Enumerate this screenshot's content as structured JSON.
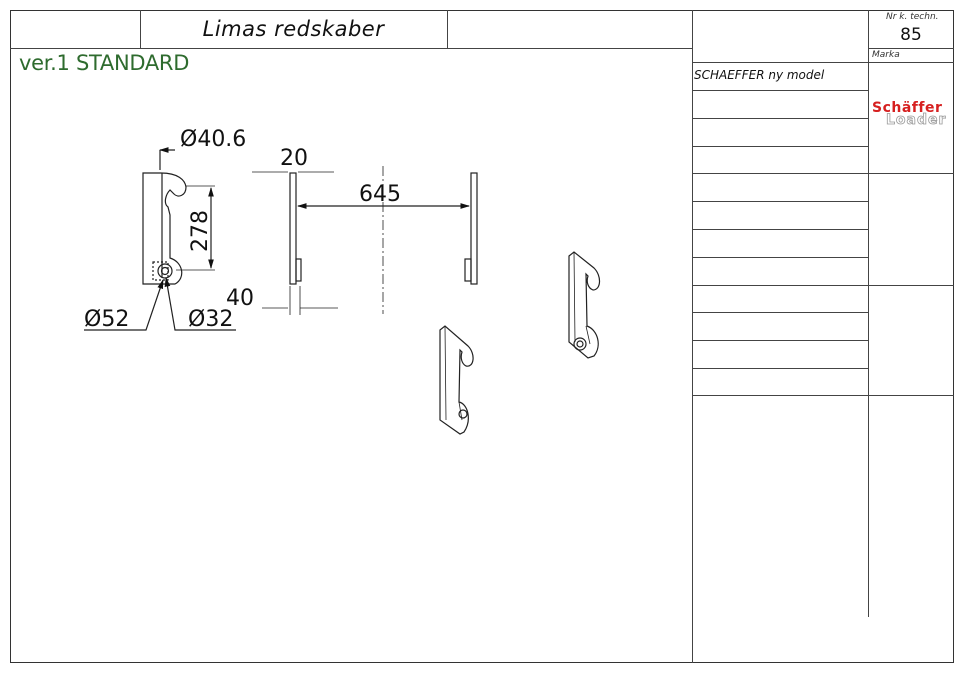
{
  "title": "Limas redskaber",
  "version": "ver.1 STANDARD",
  "number_label": "Nr k. techn.",
  "number": "85",
  "brand_label": "Marka",
  "model": "SCHAEFFER ny model",
  "logo": {
    "line1": "Schäffer",
    "line2": "Loader",
    "color": "#d62020"
  },
  "dimensions": {
    "hook_diameter": "Ø40.6",
    "width": "20",
    "spacing": "645",
    "height": "278",
    "offset": "40",
    "outer_diameter": "Ø52",
    "pin_diameter": "Ø32"
  },
  "colors": {
    "version_text": "#2e6b2e",
    "lines": "#444444"
  }
}
